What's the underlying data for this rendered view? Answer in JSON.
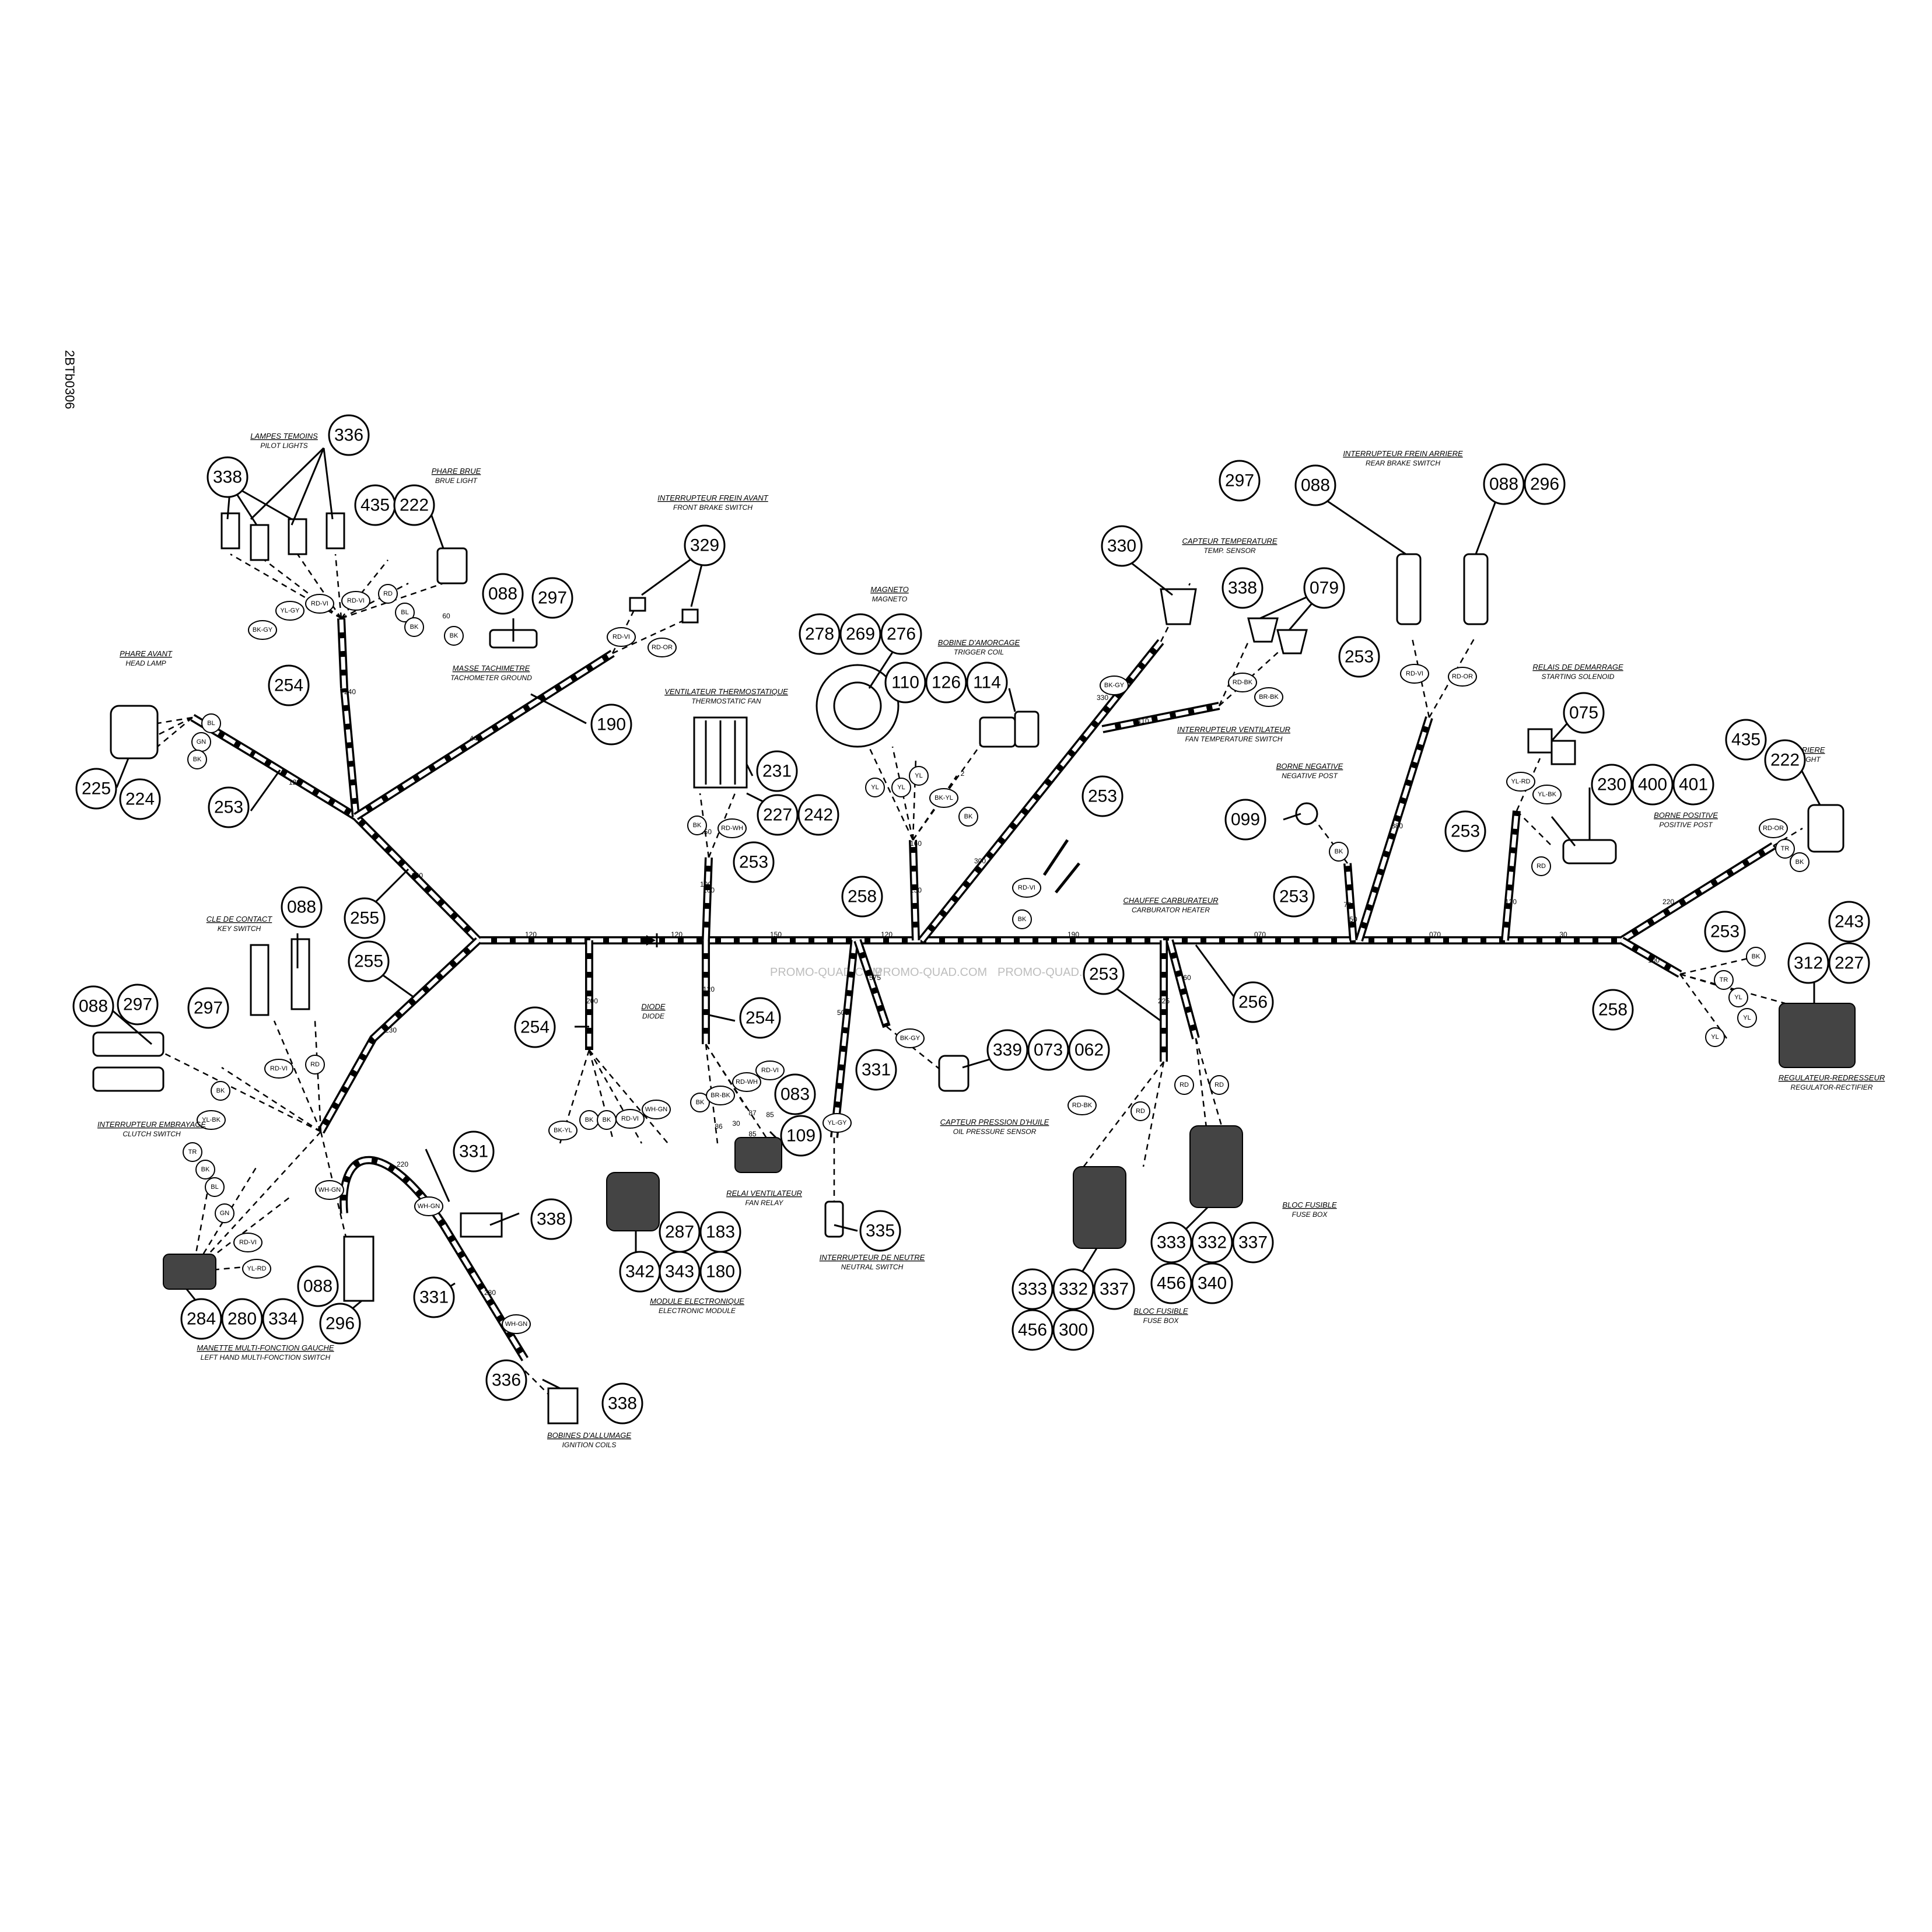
{
  "drawing_code": "2BTb0306",
  "watermark": "PROMO-QUAD.COM",
  "components": [
    {
      "fr": "LAMPES TEMOINS",
      "en": "PILOT LIGHTS"
    },
    {
      "fr": "PHARE BRUE",
      "en": "BRUE LIGHT"
    },
    {
      "fr": "INTERRUPTEUR FREIN AVANT",
      "en": "FRONT BRAKE SWITCH"
    },
    {
      "fr": "PHARE AVANT",
      "en": "HEAD LAMP"
    },
    {
      "fr": "MASSE TACHIMETRE",
      "en": "TACHOMETER GROUND"
    },
    {
      "fr": "MAGNETO",
      "en": "MAGNETO"
    },
    {
      "fr": "BOBINE D'AMORCAGE",
      "en": "TRIGGER COIL"
    },
    {
      "fr": "VENTILATEUR THERMOSTATIQUE",
      "en": "THERMOSTATIC FAN"
    },
    {
      "fr": "CAPTEUR TEMPERATURE",
      "en": "TEMP. SENSOR"
    },
    {
      "fr": "INTERRUPTEUR VENTILATEUR",
      "en": "FAN TEMPERATURE SWITCH"
    },
    {
      "fr": "INTERRUPTEUR FREIN ARRIERE",
      "en": "REAR BRAKE SWITCH"
    },
    {
      "fr": "RELAIS DE DEMARRAGE",
      "en": "STARTING SOLENOID"
    },
    {
      "fr": "BORNE NEGATIVE",
      "en": "NEGATIVE POST"
    },
    {
      "fr": "BORNE POSITIVE",
      "en": "POSITIVE POST"
    },
    {
      "fr": "FEU ARRIERE",
      "en": "BACK LIGHT"
    },
    {
      "fr": "CHAUFFE CARBURATEUR",
      "en": "CARBURATOR HEATER"
    },
    {
      "fr": "CLE DE CONTACT",
      "en": "KEY SWITCH"
    },
    {
      "fr": "DIODE",
      "en": "DIODE"
    },
    {
      "fr": "INTERRUPTEUR EMBRAYAGE",
      "en": "CLUTCH SWITCH"
    },
    {
      "fr": "MANETTE MULTI-FONCTION GAUCHE",
      "en": "LEFT HAND MULTI-FONCTION SWITCH"
    },
    {
      "fr": "BOBINES D'ALLUMAGE",
      "en": "IGNITION COILS"
    },
    {
      "fr": "MODULE ELECTRONIQUE",
      "en": "ELECTRONIC MODULE"
    },
    {
      "fr": "RELAI VENTILATEUR",
      "en": "FAN RELAY"
    },
    {
      "fr": "INTERRUPTEUR DE NEUTRE",
      "en": "NEUTRAL SWITCH"
    },
    {
      "fr": "CAPTEUR PRESSION D'HUILE",
      "en": "OIL PRESSURE SENSOR"
    },
    {
      "fr": "BLOC FUSIBLE",
      "en": "FUSE BOX"
    },
    {
      "fr": "BLOC FUSIBLE",
      "en": "FUSE BOX"
    },
    {
      "fr": "REGULATEUR-REDRESSEUR",
      "en": "REGULATOR-RECTIFIER"
    }
  ],
  "callouts": [
    "336",
    "338",
    "435",
    "222",
    "329",
    "297",
    "088",
    "254",
    "190",
    "225",
    "224",
    "253",
    "278",
    "269",
    "276",
    "110",
    "126",
    "114",
    "231",
    "227",
    "242",
    "253",
    "258",
    "330",
    "338",
    "079",
    "253",
    "297",
    "088",
    "088",
    "296",
    "253",
    "075",
    "099",
    "230",
    "400",
    "401",
    "253",
    "253",
    "435",
    "222",
    "243",
    "312",
    "227",
    "253",
    "258",
    "255",
    "255",
    "088",
    "297",
    "088",
    "297",
    "254",
    "254",
    "083",
    "109",
    "331",
    "339",
    "073",
    "062",
    "253",
    "256",
    "331",
    "338",
    "287",
    "183",
    "342",
    "343",
    "180",
    "335",
    "331",
    "336",
    "338",
    "088",
    "296",
    "284",
    "280",
    "334",
    "333",
    "332",
    "337",
    "456",
    "300",
    "333",
    "332",
    "337",
    "456",
    "340"
  ],
  "wire_colors": [
    "BK-GY",
    "YL-GY",
    "RD-VI",
    "RD-VI",
    "RD",
    "BL",
    "BK",
    "BK",
    "RD-VI",
    "RD-OR",
    "BL",
    "GN",
    "BK",
    "BK",
    "RD-WH",
    "YL",
    "YL",
    "YL",
    "BK-YL",
    "BK",
    "BK-GY",
    "RD-BK",
    "BR-BK",
    "RD-VI",
    "RD-OR",
    "YL-RD",
    "YL-BK",
    "BK",
    "RD",
    "RD-OR",
    "TR",
    "BK",
    "RD-VI",
    "BK",
    "RD-VI",
    "RD",
    "BK",
    "YL-BK",
    "TR",
    "BK",
    "BL",
    "GN",
    "RD-VI",
    "YL-RD",
    "WH-GN",
    "WH-GN",
    "WH-GN",
    "BK-YL",
    "BK",
    "BK",
    "RD-VI",
    "WH-GN",
    "BK",
    "BR-BK",
    "RD-WH",
    "RD-VI",
    "BK-GY",
    "YL-GY",
    "RD-BK",
    "RD",
    "RD",
    "RD",
    "BK",
    "TR",
    "YL",
    "YL",
    "YL"
  ],
  "segment_lengths": [
    "240",
    "440",
    "120",
    "150",
    "120",
    "120",
    "160",
    "230",
    "120",
    "150",
    "100",
    "150",
    "190",
    "300",
    "160",
    "70",
    "110",
    "070",
    "070",
    "30",
    "330",
    "380",
    "120",
    "220",
    "100",
    "200",
    "100",
    "120",
    "575",
    "505",
    "225",
    "60",
    "220",
    "280",
    "50"
  ],
  "terminal_numbers": [
    "86",
    "85",
    "30",
    "87",
    "85",
    "2",
    "60"
  ]
}
